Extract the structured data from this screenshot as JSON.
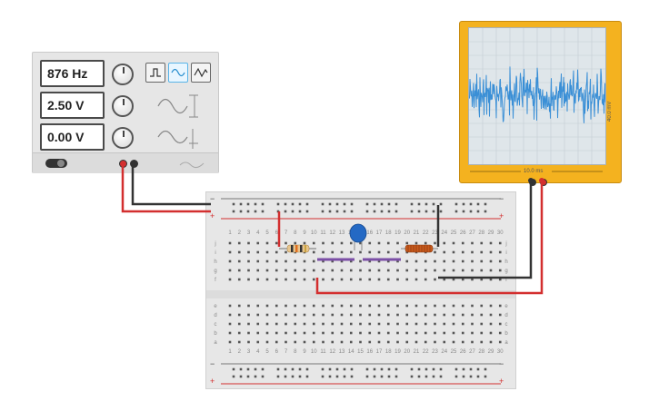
{
  "function_generator": {
    "frequency": "876 Hz",
    "amplitude": "2.50 V",
    "offset": "0.00 V",
    "selected_waveform": "sine",
    "waveform_buttons": [
      "square-wave-icon",
      "sine-wave-icon",
      "triangle-wave-icon"
    ],
    "power": "off"
  },
  "oscilloscope": {
    "time_label": "10.0 ms",
    "voltage_label": "40.0 mV",
    "trace_color": "#3a8fd6",
    "body_color": "#f4b21f"
  },
  "breadboard": {
    "row_letters_top": [
      "j",
      "i",
      "h",
      "g",
      "f"
    ],
    "row_letters_bottom": [
      "e",
      "d",
      "c",
      "b",
      "a"
    ],
    "column_numbers": [
      "1",
      "2",
      "3",
      "4",
      "5",
      "6",
      "7",
      "8",
      "9",
      "10",
      "11",
      "12",
      "13",
      "14",
      "15",
      "16",
      "17",
      "18",
      "19",
      "20",
      "21",
      "22",
      "23",
      "24",
      "25",
      "26",
      "27",
      "28",
      "29",
      "30"
    ],
    "rail_minus": "−",
    "rail_plus": "+"
  },
  "colors": {
    "wire_red": "#d32f2f",
    "wire_black": "#333333",
    "jumper_purple": "#7b4fa6",
    "capacitor_blue": "#2469c4"
  }
}
